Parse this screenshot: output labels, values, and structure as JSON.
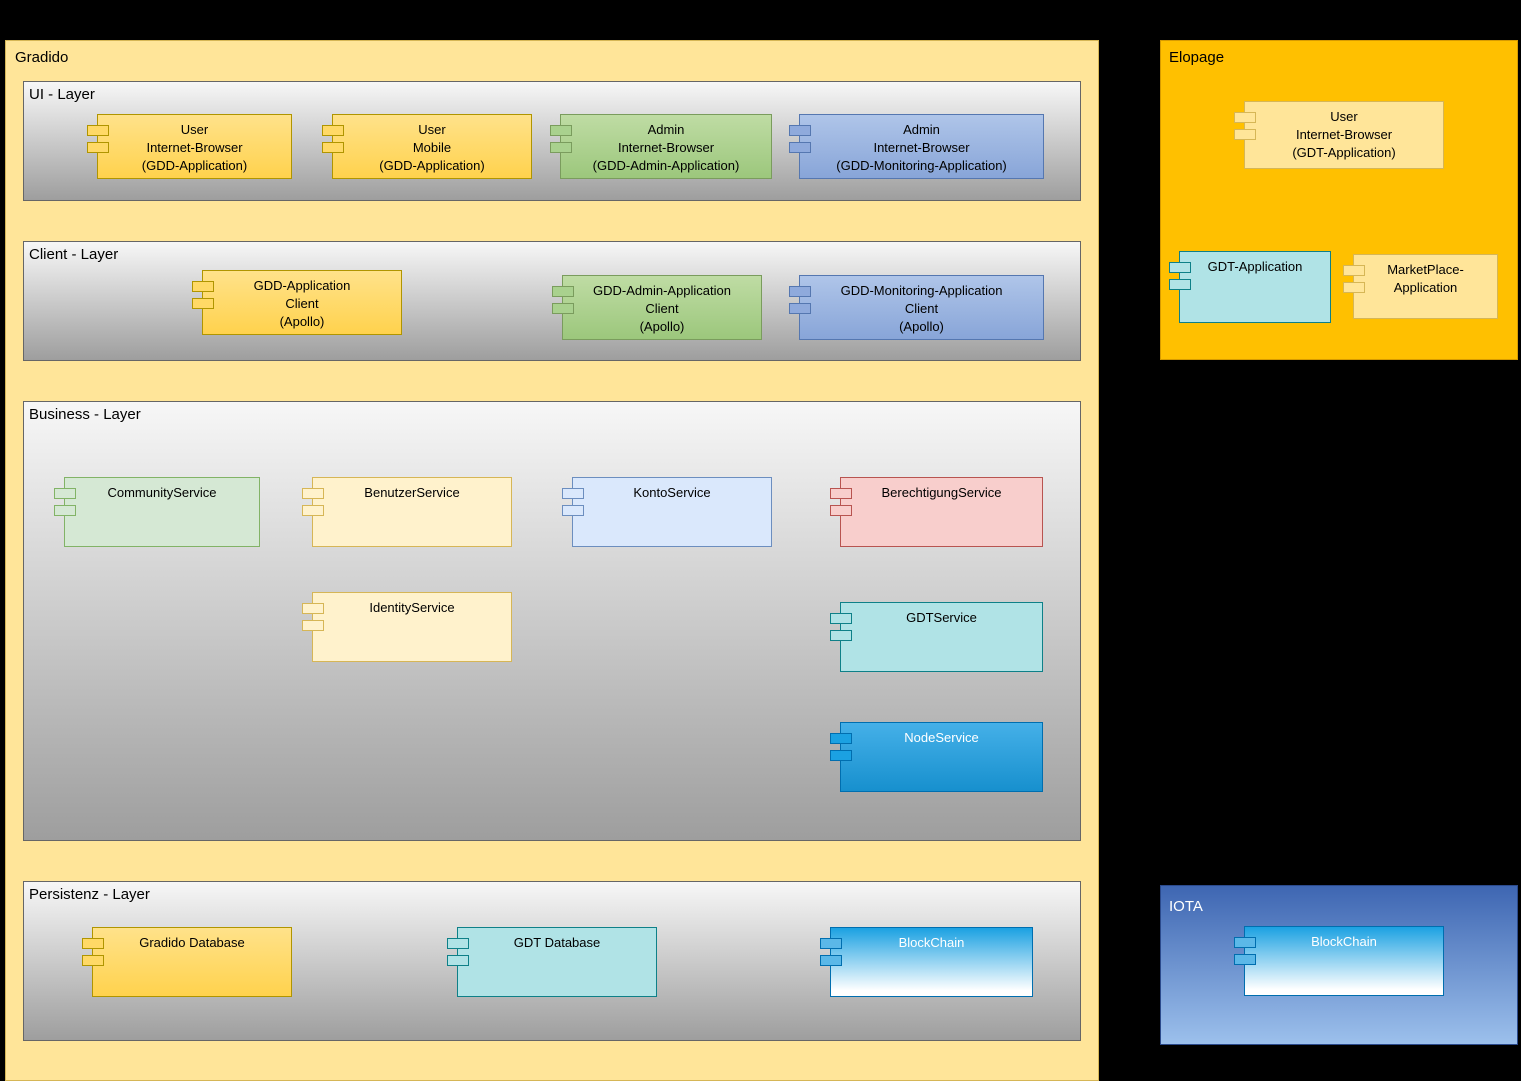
{
  "diagram": {
    "background": "#000000"
  },
  "gradido": {
    "label": "Gradido",
    "fill": "#FFE599",
    "ui_layer": {
      "label": "UI - Layer",
      "fill_top": "#F7F7F7",
      "fill_bottom": "#9E9E9E",
      "components": [
        {
          "label": "User\nInternet-Browser\n(GDD-Application)",
          "color": "#FFD966"
        },
        {
          "label": "User\nMobile\n(GDD-Application)",
          "color": "#FFD966"
        },
        {
          "label": "Admin\nInternet-Browser\n(GDD-Admin-Application)",
          "color": "#A9D18E"
        },
        {
          "label": "Admin\nInternet-Browser\n(GDD-Monitoring-Application)",
          "color": "#8FAADC"
        }
      ]
    },
    "client_layer": {
      "label": "Client - Layer",
      "fill_top": "#F7F7F7",
      "fill_bottom": "#9E9E9E",
      "components": [
        {
          "label": "GDD-Application\nClient\n(Apollo)",
          "color": "#FFD966"
        },
        {
          "label": "GDD-Admin-Application\nClient\n(Apollo)",
          "color": "#A9D18E"
        },
        {
          "label": "GDD-Monitoring-Application\nClient\n(Apollo)",
          "color": "#8FAADC"
        }
      ]
    },
    "business_layer": {
      "label": "Business - Layer",
      "fill_top": "#F7F7F7",
      "fill_bottom": "#9E9E9E",
      "components": [
        {
          "label": "CommunityService",
          "color": "#D5E8D4"
        },
        {
          "label": "BenutzerService",
          "color": "#FFF2CC"
        },
        {
          "label": "KontoService",
          "color": "#DAE8FC"
        },
        {
          "label": "BerechtigungService",
          "color": "#F8CECC"
        },
        {
          "label": "IdentityService",
          "color": "#FFF2CC"
        },
        {
          "label": "GDTService",
          "color": "#B0E3E6"
        },
        {
          "label": "NodeService",
          "color": "#1BA1E2"
        }
      ]
    },
    "persistenz_layer": {
      "label": "Persistenz - Layer",
      "fill_top": "#F7F7F7",
      "fill_bottom": "#9E9E9E",
      "components": [
        {
          "label": "Gradido Database",
          "color": "#FFD966"
        },
        {
          "label": "GDT Database",
          "color": "#B0E3E6"
        },
        {
          "label": "BlockChain",
          "color": "#1BA1E2"
        }
      ]
    }
  },
  "elopage": {
    "label": "Elopage",
    "fill": "#FFC000",
    "components": [
      {
        "label": "User\nInternet-Browser\n(GDT-Application)",
        "color": "#FFE599"
      },
      {
        "label": "GDT-Application",
        "color": "#B0E3E6"
      },
      {
        "label": "MarketPlace-\nApplication",
        "color": "#FFE599"
      }
    ]
  },
  "iota": {
    "label": "IOTA",
    "fill": "#4472C4",
    "components": [
      {
        "label": "BlockChain",
        "color": "#1BA1E2"
      }
    ]
  }
}
